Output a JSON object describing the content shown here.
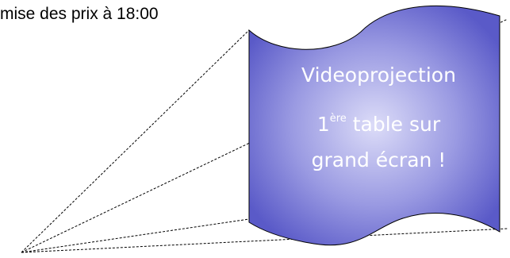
{
  "caption": "mise des prix à 18:00",
  "screen": {
    "line1": "Videoprojection",
    "line2_prefix": "1",
    "line2_superscript": "ère",
    "line2_rest": " table sur",
    "line3": "grand écran !"
  },
  "colors": {
    "screen_light": "#dcdcf8",
    "screen_mid": "#8a8adc",
    "screen_dark": "#5a5ac8",
    "text": "#ffffff",
    "lines": "#000000"
  }
}
